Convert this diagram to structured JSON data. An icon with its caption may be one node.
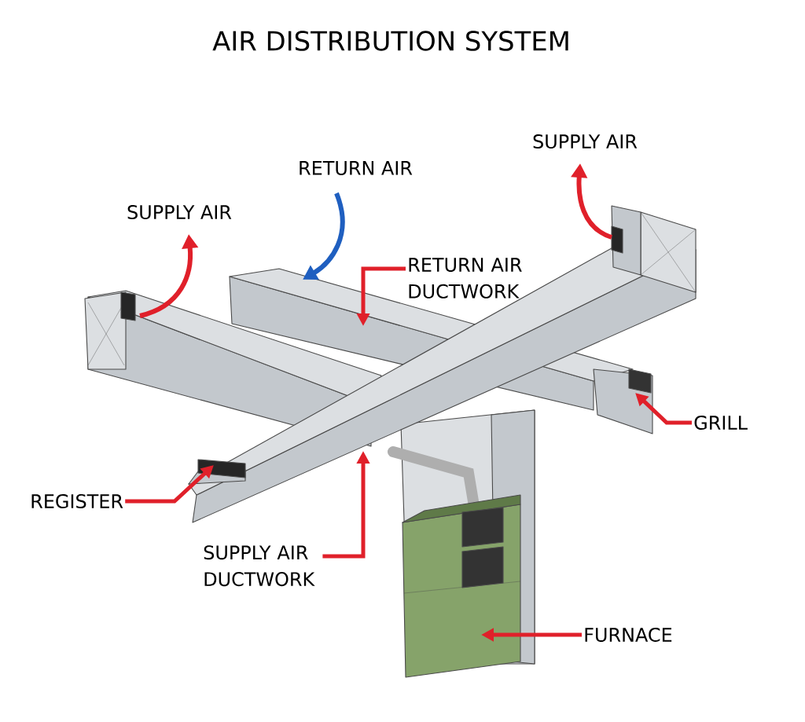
{
  "diagram": {
    "title": "AIR DISTRIBUTION SYSTEM",
    "nodes": [
      {
        "text": [
          "RETURN AIR DUCTWORK"
        ]
      },
      {
        "text": [
          "GRILL"
        ]
      },
      {
        "text": [
          "REGISTER"
        ]
      },
      {
        "text": [
          "SUPPLY AIR DUCTWORK"
        ]
      },
      {
        "text": [
          "FURNACE"
        ]
      }
    ],
    "edges": [
      {
        "from": 0,
        "to": null,
        "arrow": "to"
      },
      {
        "from": 1,
        "to": null,
        "arrow": "to"
      },
      {
        "from": 2,
        "to": null,
        "arrow": "to"
      },
      {
        "from": 3,
        "to": null,
        "arrow": "to"
      },
      {
        "from": 4,
        "to": null,
        "arrow": "to"
      }
    ],
    "labels": [
      "SUPPLY AIR",
      "RETURN AIR",
      "SUPPLY AIR"
    ]
  }
}
